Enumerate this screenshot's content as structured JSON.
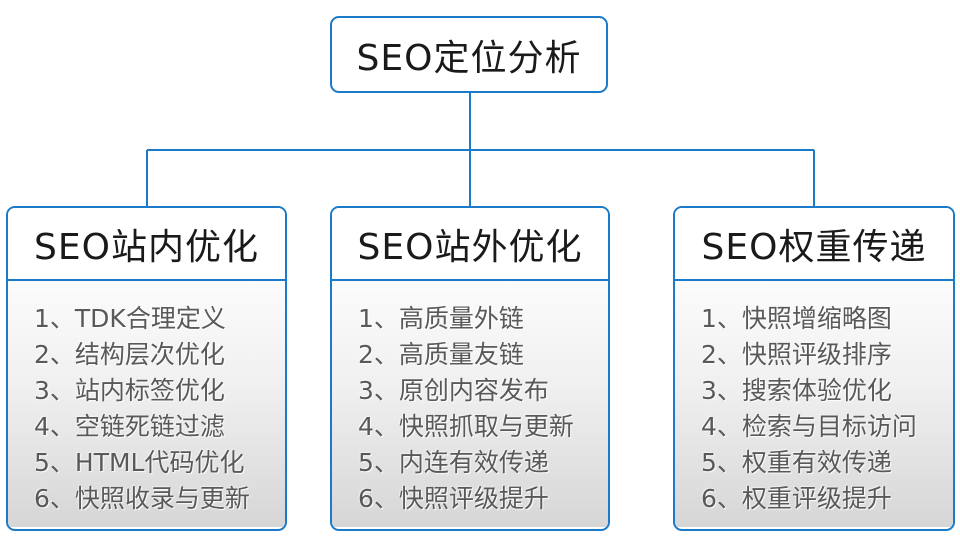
{
  "colors": {
    "accent_blue": "#1b7ac9",
    "header_text": "#1a1a1a",
    "list_text": "#595959"
  },
  "root": {
    "label": "SEO定位分析"
  },
  "columns": [
    {
      "title": "SEO站内优化",
      "items": [
        "1、TDK合理定义",
        "2、结构层次优化",
        "3、站内标签优化",
        "4、空链死链过滤",
        "5、HTML代码优化",
        "6、快照收录与更新"
      ]
    },
    {
      "title": "SEO站外优化",
      "items": [
        "1、高质量外链",
        "2、高质量友链",
        "3、原创内容发布",
        "4、快照抓取与更新",
        "5、内连有效传递",
        "6、快照评级提升"
      ]
    },
    {
      "title": "SEO权重传递",
      "items": [
        "1、快照增缩略图",
        "2、快照评级排序",
        "3、搜索体验优化",
        "4、检索与目标访问",
        "5、权重有效传递",
        "6、权重评级提升"
      ]
    }
  ]
}
